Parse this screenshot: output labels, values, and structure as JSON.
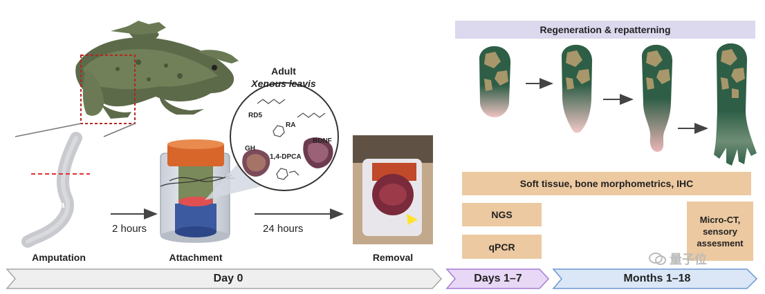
{
  "labels": {
    "adult": "Adult",
    "species": "Xenous leavis",
    "amputation": "Amputation",
    "attachment": "Attachment",
    "removal": "Removal",
    "tibiofibula": "Tibiofibula"
  },
  "times": {
    "t1": "2  hours",
    "t2": "24 hours"
  },
  "molecules": {
    "rd5": "RD5",
    "ra": "RA",
    "gh": "GH",
    "dpca": "1,4-DPCA",
    "bdnf": "BDNF"
  },
  "right": {
    "banner": "Regeneration & repatterning",
    "soft_tissue": "Soft tissue, bone morphometrics, IHC",
    "ngs": "NGS",
    "qpcr": "qPCR",
    "microct_line1": "Micro-CT,",
    "microct_line2": "sensory",
    "microct_line3": "assesment"
  },
  "timeline": {
    "day0": "Day 0",
    "days": "Days 1–7",
    "months": "Months 1–18"
  },
  "watermark": "量子位",
  "colors": {
    "limb_green": "#2e5e46",
    "limb_pattern": "#a8976a",
    "limb_tip": "#e8b8b8",
    "box_tan": "#ecc9a0",
    "banner_lavender": "#dcd8ee",
    "day0_fill": "#efefef",
    "days_fill": "#e8d8f6",
    "days_stroke": "#a57ad4",
    "months_fill": "#dbe7f6",
    "months_stroke": "#6b97d2"
  }
}
